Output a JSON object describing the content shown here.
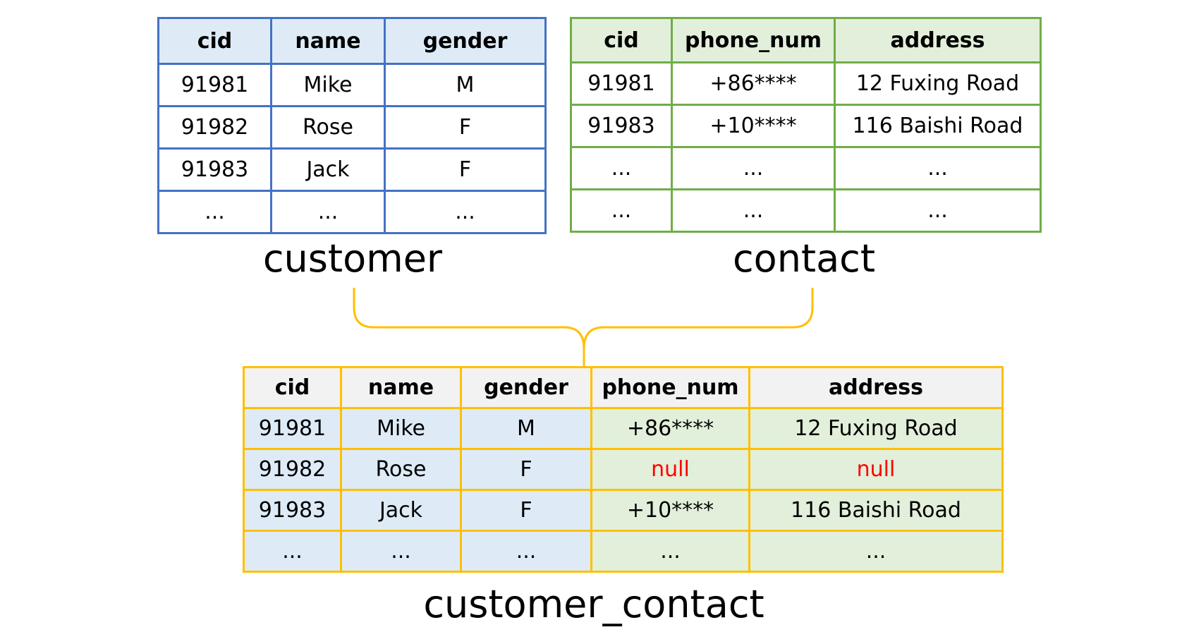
{
  "customer": {
    "caption": "customer",
    "headers": [
      "cid",
      "name",
      "gender"
    ],
    "rows": [
      [
        "91981",
        "Mike",
        "M"
      ],
      [
        "91982",
        "Rose",
        "F"
      ],
      [
        "91983",
        "Jack",
        "F"
      ],
      [
        "...",
        "...",
        "..."
      ]
    ]
  },
  "contact": {
    "caption": "contact",
    "headers": [
      "cid",
      "phone_num",
      "address"
    ],
    "rows": [
      [
        "91981",
        "+86****",
        "12 Fuxing Road"
      ],
      [
        "91983",
        "+10****",
        "116 Baishi Road"
      ],
      [
        "...",
        "...",
        "..."
      ],
      [
        "...",
        "...",
        "..."
      ]
    ]
  },
  "customer_contact": {
    "caption": "customer_contact",
    "headers": [
      "cid",
      "name",
      "gender",
      "phone_num",
      "address"
    ],
    "rows": [
      [
        "91981",
        "Mike",
        "M",
        "+86****",
        "12 Fuxing Road"
      ],
      [
        "91982",
        "Rose",
        "F",
        "null",
        "null"
      ],
      [
        "91983",
        "Jack",
        "F",
        "+10****",
        "116 Baishi Road"
      ],
      [
        "...",
        "...",
        "...",
        "...",
        "..."
      ]
    ]
  },
  "colors": {
    "customer_border": "#4472C4",
    "customer_fill": "#DEEBF7",
    "contact_border": "#70AD47",
    "contact_fill": "#E2EFDA",
    "joined_border": "#FFC000",
    "joined_header_fill": "#F2F2F2",
    "null_text": "#FF0000"
  }
}
